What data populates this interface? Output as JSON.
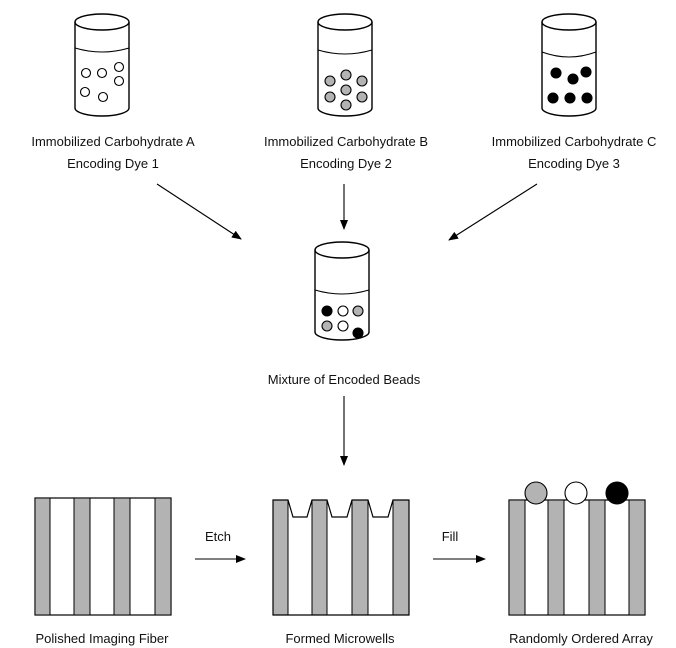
{
  "colors": {
    "stroke": "#000000",
    "white": "#ffffff",
    "gray": "#b3b3b3",
    "black": "#000000",
    "text": "#111111"
  },
  "vials": [
    {
      "id": "vial-a",
      "name": "Immobilized Carbohydrate A",
      "dye": "Encoding Dye 1",
      "bead_color": "white"
    },
    {
      "id": "vial-b",
      "name": "Immobilized Carbohydrate B",
      "dye": "Encoding Dye 2",
      "bead_color": "gray"
    },
    {
      "id": "vial-c",
      "name": "Immobilized Carbohydrate C",
      "dye": "Encoding Dye 3",
      "bead_color": "black"
    }
  ],
  "mixture": {
    "label": "Mixture of Encoded Beads",
    "bead_colors": [
      "black",
      "white",
      "gray",
      "gray",
      "white",
      "black"
    ]
  },
  "steps": [
    {
      "label": "Polished Imaging Fiber"
    },
    {
      "label": "Formed Microwells"
    },
    {
      "label": "Randomly Ordered Array",
      "bead_colors": [
        "gray",
        "white",
        "black"
      ]
    }
  ],
  "transitions": [
    {
      "label": "Etch"
    },
    {
      "label": "Fill"
    }
  ]
}
